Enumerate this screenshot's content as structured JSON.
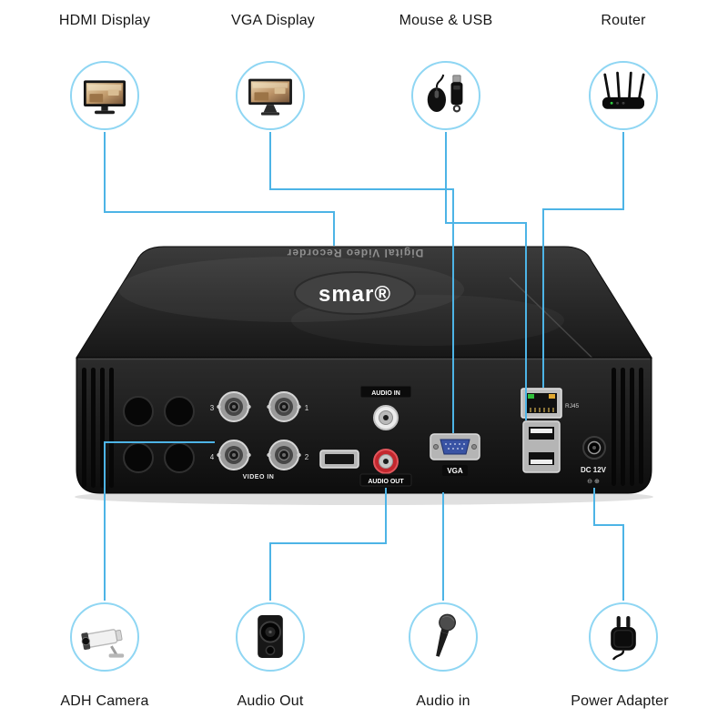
{
  "callouts": {
    "top": [
      {
        "id": "hdmi_display",
        "label": "HDMI Display"
      },
      {
        "id": "vga_display",
        "label": "VGA Display"
      },
      {
        "id": "mouse_usb",
        "label": "Mouse & USB"
      },
      {
        "id": "router",
        "label": "Router"
      }
    ],
    "bottom": [
      {
        "id": "adh_camera",
        "label": "ADH Camera"
      },
      {
        "id": "audio_out",
        "label": "Audio Out"
      },
      {
        "id": "audio_in",
        "label": "Audio in"
      },
      {
        "id": "power_adapter",
        "label": "Power Adapter"
      }
    ]
  },
  "device": {
    "brand": "smar®",
    "top_text": "Digital Video Recorder",
    "ports": {
      "video_in_label": "VIDEO IN",
      "bnc_numbers": [
        "1",
        "2",
        "3",
        "4"
      ],
      "audio_in_label": "AUDIO IN",
      "audio_out_label": "AUDIO OUT",
      "vga_label": "VGA",
      "rj45_label": "RJ45",
      "dc_label": "DC 12V",
      "polarity": "⊖ ⊕"
    }
  },
  "colors": {
    "connector_line": "#4db4e6",
    "circle_border": "#8fd6f3",
    "label_text": "#161616"
  }
}
